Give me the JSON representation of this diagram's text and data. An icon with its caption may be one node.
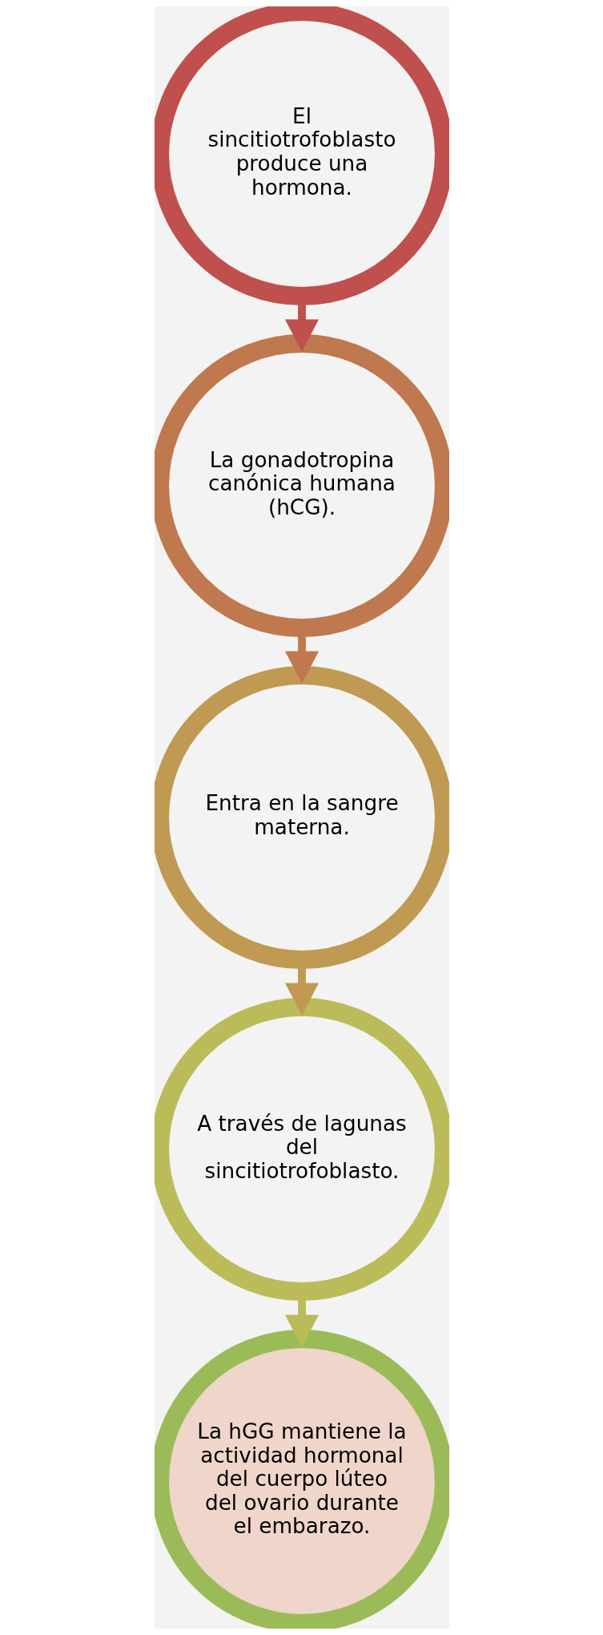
{
  "diagram": {
    "nodes": [
      {
        "text": [
          "El sincitiotrofoblasto produce una hormona."
        ]
      },
      {
        "text": [
          "La gonadotropina canónica humana (hCG)."
        ]
      },
      {
        "text": [
          "Entra en la sangre materna."
        ]
      },
      {
        "text": [
          "A través de lagunas del sincitiotrofoblasto."
        ]
      },
      {
        "text": [
          "La hGG mantiene la actividad hormonal del cuerpo lúteo del ovario durante el embarazo."
        ]
      }
    ],
    "edges": [
      {
        "from": 0,
        "to": 1,
        "arrow": "to",
        "color": "#c0504d"
      },
      {
        "from": 1,
        "to": 2,
        "arrow": "to",
        "color": "#c0784f"
      },
      {
        "from": 2,
        "to": 3,
        "arrow": "to",
        "color": "#c09a52"
      },
      {
        "from": 3,
        "to": 4,
        "arrow": "to",
        "color": "#bcbb5a"
      }
    ]
  }
}
